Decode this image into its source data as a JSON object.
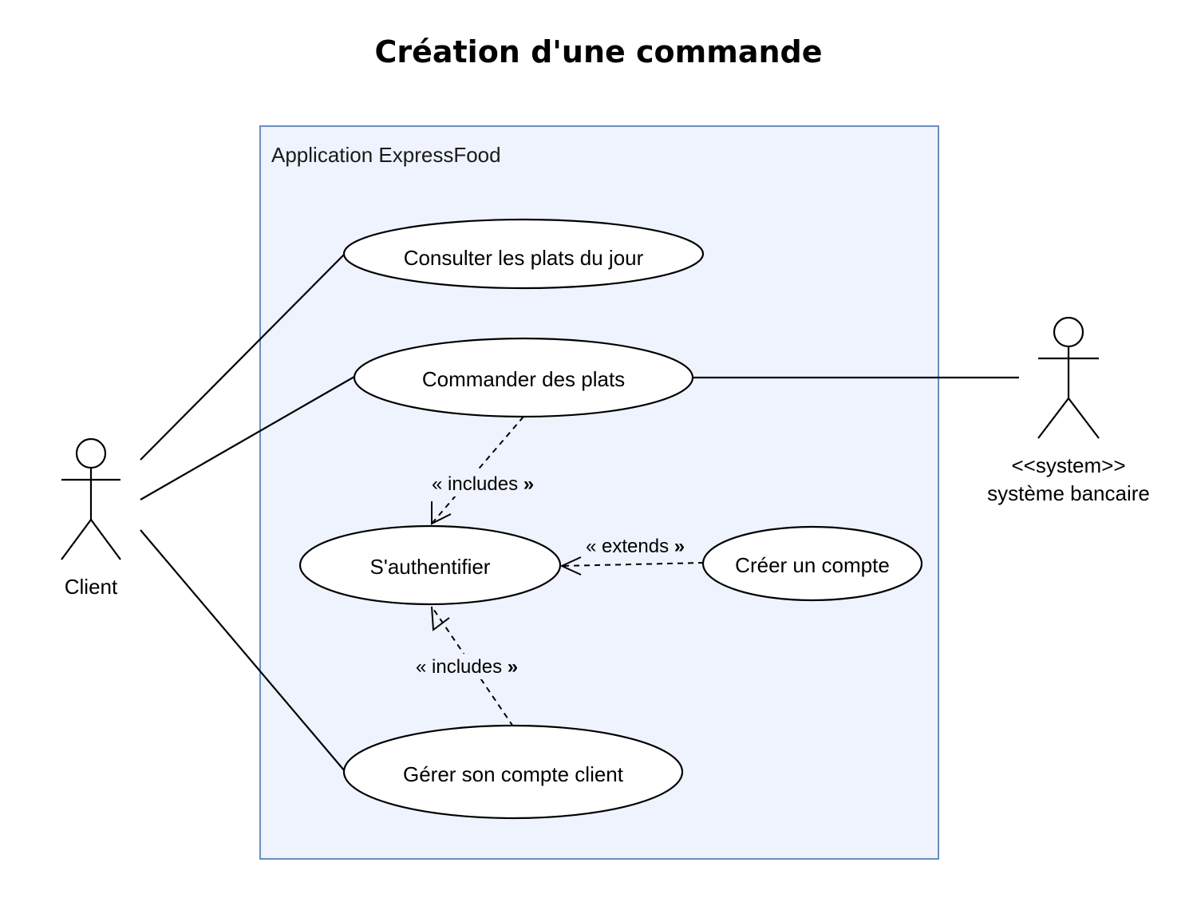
{
  "title": "Création d'une commande",
  "system": {
    "name": "Application ExpressFood",
    "fill": "#eef3fd",
    "stroke": "#6c8ebf"
  },
  "use_cases": {
    "consulter": "Consulter les plats du jour",
    "commander": "Commander des plats",
    "authentifier": "S'authentifier",
    "creer_compte": "Créer un compte",
    "gerer_compte": "Gérer son compte client"
  },
  "actors": {
    "client": {
      "label": "Client"
    },
    "banque": {
      "stereotype": "<<system>>",
      "label": "système bancaire"
    }
  },
  "relations": {
    "include_1": {
      "open": "« includes ",
      "close": "»"
    },
    "extend": {
      "open": "« extends ",
      "close": "»"
    },
    "include_2": {
      "open": "« includes ",
      "close": "»"
    }
  }
}
